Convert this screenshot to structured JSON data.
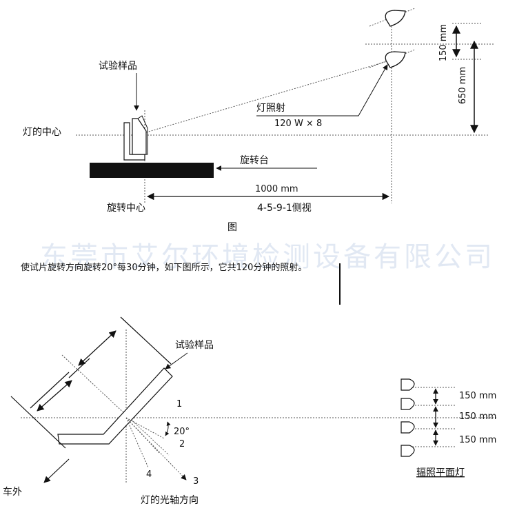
{
  "top_diagram": {
    "sample_label": "试验样品",
    "lamp_center_label": "灯的中心",
    "lamp_label": "灯照射",
    "lamp_spec": "120 W × 8",
    "spacing_top": "150 mm",
    "height_total": "650 mm",
    "turntable_label": "旋转台",
    "distance": "1000 mm",
    "rotation_center_label": "旋转中心",
    "view_label": "4-5-9-1侧视",
    "caption": "图"
  },
  "watermark": "东莞市艾尔环境检测设备有限公司",
  "note": "使试片旋转方向旋转20°每30分钟，如下图所示，它共120分钟的照射。",
  "bottom_diagram": {
    "sample_label": "试验样品",
    "outside_label": "车外",
    "axis_label": "灯的光轴方向",
    "angle_label": "20°",
    "ray_labels": [
      "1",
      "2",
      "3",
      "4"
    ],
    "spacings": [
      "150 mm",
      "150 mm",
      "150 mm"
    ],
    "lamp_plane_label": "辐照平面灯"
  }
}
